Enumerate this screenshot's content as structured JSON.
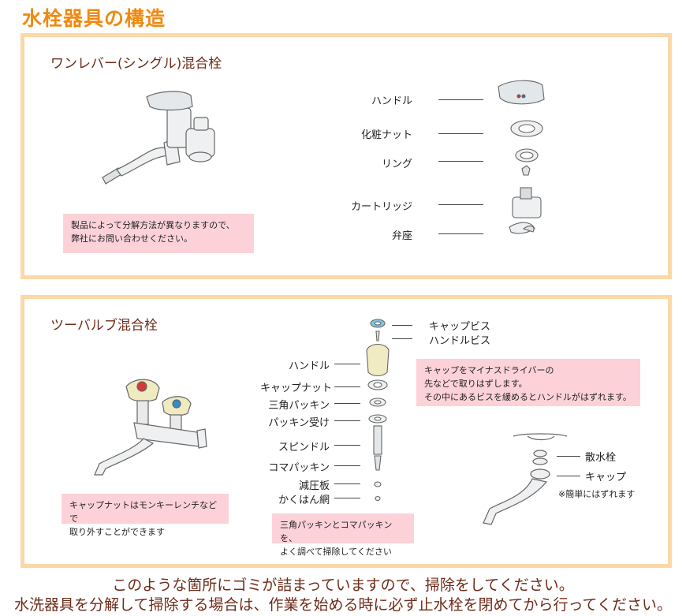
{
  "title": "水栓器具の構造",
  "single_lever": {
    "title": "ワンレバー(シングル)混合栓",
    "note": "製品によって分解方法が異なりますので、\n弊社にお問い合わせください。",
    "parts": [
      "ハンドル",
      "化粧ナット",
      "リング",
      "カートリッジ",
      "弁座"
    ]
  },
  "two_valve": {
    "title": "ツーバルブ混合栓",
    "top_parts": [
      "キャップビス",
      "ハンドルビス"
    ],
    "parts": [
      "ハンドル",
      "キャップナット",
      "三角パッキン",
      "パッキン受け",
      "スピンドル",
      "コマパッキン",
      "減圧板",
      "かくはん網"
    ],
    "note_cap": "キャップをマイナスドライバーの\n先などで取りはずします。\nその中にあるビスを緩めるとハンドルがはずれます。",
    "note_nut": "キャップナットはモンキーレンチなどで\n取り外すことができます",
    "note_packing": "三角パッキンとコマパッキンを、\nよく調べて掃除してください",
    "spout_parts": [
      "散水栓",
      "キャップ"
    ],
    "spout_note": "※簡単にはずれます"
  },
  "footer": {
    "line1": "このような箇所にゴミが詰まっていますので、掃除をしてください。",
    "line2": "水洗器具を分解して掃除する場合は、作業を始める時に必ず止水栓を閉めてから行ってください。"
  }
}
